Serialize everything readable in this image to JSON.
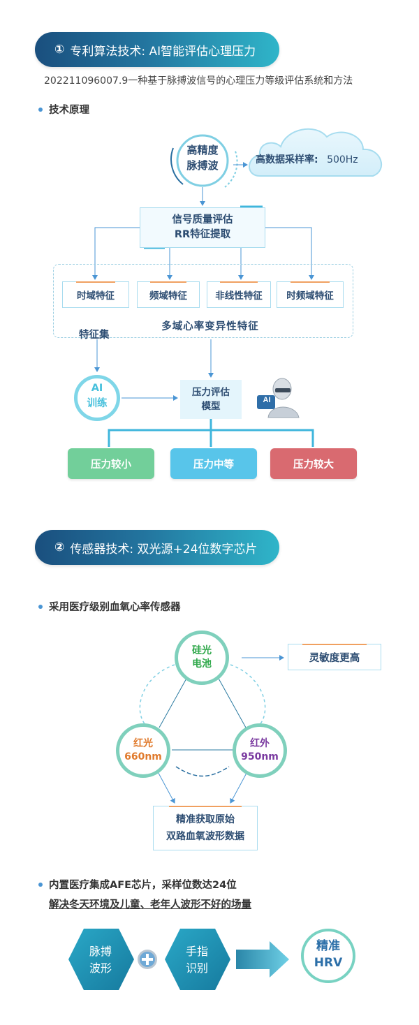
{
  "section1": {
    "num": "①",
    "title": "专利算法技术: AI智能评估心理压力",
    "patent": "202211096007.9一种基于脉搏波信号的心理压力等级评估系统和方法",
    "bullet": "技术原理",
    "pulse_line1": "高精度",
    "pulse_line2": "脉搏波",
    "sampling_label": "高数据采样率:",
    "sampling_value": "500Hz",
    "signal_line1": "信号质量评估",
    "signal_line2": "RR特征提取",
    "features": [
      "时域特征",
      "频域特征",
      "非线性特征",
      "时频域特征"
    ],
    "multi_label": "多域心率变异性特征",
    "featureset_label": "特征集",
    "ai_line1": "AI",
    "ai_line2": "训练",
    "model_line1": "压力评估",
    "model_line2": "模型",
    "robot_badge": "AI",
    "outcomes": [
      {
        "label": "压力较小",
        "color": "#72cf9a"
      },
      {
        "label": "压力中等",
        "color": "#58c5ea"
      },
      {
        "label": "压力较大",
        "color": "#d96a70"
      }
    ]
  },
  "section2": {
    "num": "②",
    "title": "传感器技术: 双光源+24位数字芯片",
    "bullet": "采用医疗级别血氧心率传感器",
    "cell_line1": "硅光",
    "cell_line2": "电池",
    "sensitivity": "灵敏度更高",
    "red_line1": "红光",
    "red_line2": "660nm",
    "ir_line1": "红外",
    "ir_line2": "950nm",
    "output_line1": "精准获取原始",
    "output_line2": "双路血氧波形数据",
    "afe_bullet": "内置医疗集成AFE芯片，采样位数达24位",
    "afe_sub": "解决冬天环境及儿童、老年人波形不好的场量",
    "pulse_hex_line1": "脉搏",
    "pulse_hex_line2": "波形",
    "finger_hex_line1": "手指",
    "finger_hex_line2": "识别",
    "result_line1": "精准",
    "result_line2": "HRV"
  },
  "colors": {
    "header_start": "#1a4f7e",
    "header_end": "#2fb5c9",
    "accent_blue": "#4a95d4",
    "orange_text": "#e07a2c",
    "purple_text": "#7a3aa0",
    "green_text": "#2fa84a"
  }
}
